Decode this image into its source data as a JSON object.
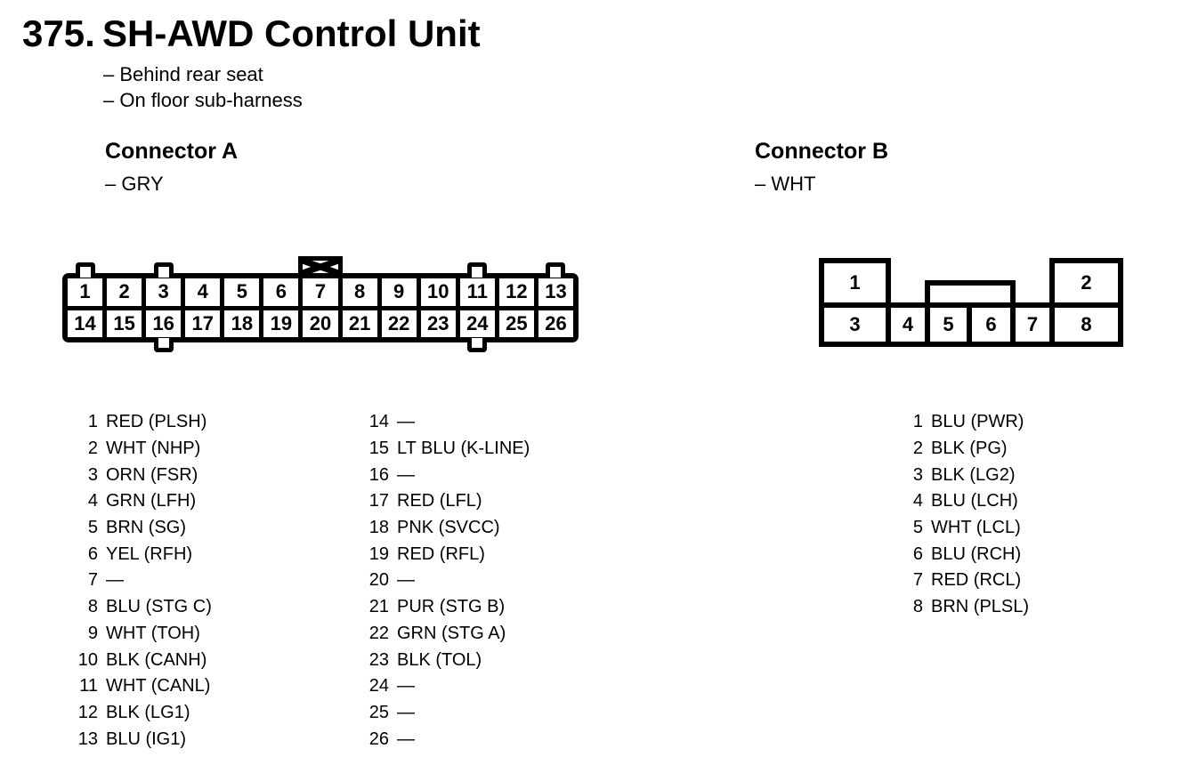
{
  "page": {
    "section_number": "375.",
    "title": "SH-AWD Control Unit",
    "notes": [
      "– Behind rear seat",
      "– On floor sub-harness"
    ]
  },
  "connector_a": {
    "label": "Connector A",
    "color_note": "– GRY",
    "top_row_cells": [
      "1",
      "2",
      "3",
      "4",
      "5",
      "6",
      "7",
      "8",
      "9",
      "10",
      "11",
      "12",
      "13"
    ],
    "bottom_row_cells": [
      "14",
      "15",
      "16",
      "17",
      "18",
      "19",
      "20",
      "21",
      "22",
      "23",
      "24",
      "25",
      "26"
    ],
    "top_tab_columns": [
      1,
      3,
      11,
      13
    ],
    "keyway_column": 7,
    "bottom_tab_columns": [
      16,
      24
    ],
    "pins_col1": [
      {
        "pin": "1",
        "desc": "RED (PLSH)"
      },
      {
        "pin": "2",
        "desc": "WHT (NHP)"
      },
      {
        "pin": "3",
        "desc": "ORN (FSR)"
      },
      {
        "pin": "4",
        "desc": "GRN (LFH)"
      },
      {
        "pin": "5",
        "desc": "BRN (SG)"
      },
      {
        "pin": "6",
        "desc": "YEL (RFH)"
      },
      {
        "pin": "7",
        "desc": "—"
      },
      {
        "pin": "8",
        "desc": "BLU (STG C)"
      },
      {
        "pin": "9",
        "desc": "WHT (TOH)"
      },
      {
        "pin": "10",
        "desc": "BLK (CANH)"
      },
      {
        "pin": "11",
        "desc": "WHT (CANL)"
      },
      {
        "pin": "12",
        "desc": "BLK (LG1)"
      },
      {
        "pin": "13",
        "desc": "BLU (IG1)"
      }
    ],
    "pins_col2": [
      {
        "pin": "14",
        "desc": "—"
      },
      {
        "pin": "15",
        "desc": "LT BLU (K-LINE)"
      },
      {
        "pin": "16",
        "desc": "—"
      },
      {
        "pin": "17",
        "desc": "RED (LFL)"
      },
      {
        "pin": "18",
        "desc": "PNK (SVCC)"
      },
      {
        "pin": "19",
        "desc": "RED (RFL)"
      },
      {
        "pin": "20",
        "desc": "—"
      },
      {
        "pin": "21",
        "desc": "PUR (STG B)"
      },
      {
        "pin": "22",
        "desc": "GRN (STG A)"
      },
      {
        "pin": "23",
        "desc": "BLK (TOL)"
      },
      {
        "pin": "24",
        "desc": "—"
      },
      {
        "pin": "25",
        "desc": "—"
      },
      {
        "pin": "26",
        "desc": "—"
      }
    ]
  },
  "connector_b": {
    "label": "Connector B",
    "color_note": "– WHT",
    "top_cells": [
      "1",
      "2"
    ],
    "bottom_cells": [
      "3",
      "4",
      "5",
      "6",
      "7",
      "8"
    ],
    "pins": [
      {
        "pin": "1",
        "desc": "BLU (PWR)"
      },
      {
        "pin": "2",
        "desc": "BLK (PG)"
      },
      {
        "pin": "3",
        "desc": "BLK (LG2)"
      },
      {
        "pin": "4",
        "desc": "BLU (LCH)"
      },
      {
        "pin": "5",
        "desc": "WHT (LCL)"
      },
      {
        "pin": "6",
        "desc": "BLU (RCH)"
      },
      {
        "pin": "7",
        "desc": "RED (RCL)"
      },
      {
        "pin": "8",
        "desc": "BRN (PLSL)"
      }
    ]
  },
  "colors": {
    "ink": "#000000",
    "paper": "#ffffff"
  }
}
